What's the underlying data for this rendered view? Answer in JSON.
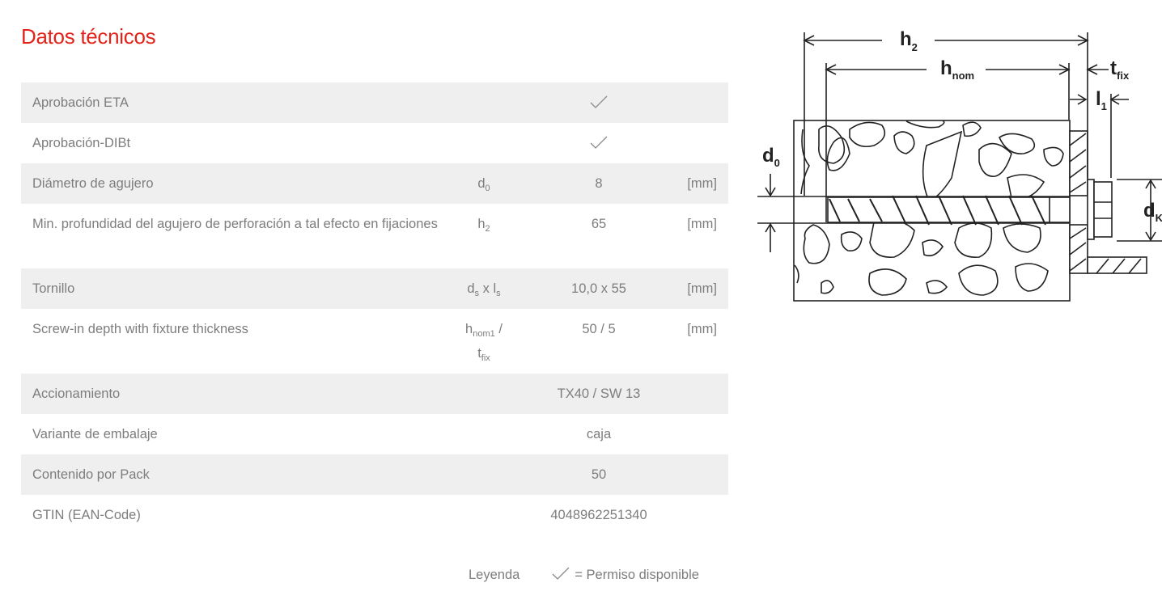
{
  "page": {
    "title": "Datos técnicos",
    "accent_color": "#e2231a"
  },
  "table": {
    "rows": [
      {
        "label": "Aprobación ETA",
        "symbol": "",
        "value_icon": "checkmark-icon",
        "value": "",
        "unit": "",
        "shaded": true
      },
      {
        "label": "Aprobación-DIBt",
        "symbol": "",
        "value_icon": "checkmark-icon",
        "value": "",
        "unit": "",
        "shaded": false
      },
      {
        "label": "Diámetro de agujero",
        "symbol": "d",
        "symbol_sub": "0",
        "value": "8",
        "unit": "[mm]",
        "shaded": true
      },
      {
        "label": "Min. profundidad del agujero de perforación a tal efecto en fijaciones",
        "symbol": "h",
        "symbol_sub": "2",
        "value": "65",
        "unit": "[mm]",
        "shaded": false
      },
      {
        "label": "Tornillo",
        "symbol_parts": [
          "d",
          "s",
          " x l",
          "s"
        ],
        "value": "10,0 x 55",
        "unit": "[mm]",
        "shaded": true
      },
      {
        "label": "Screw-in depth with fixture thickness",
        "symbol_parts": [
          "h",
          "nom1",
          " /",
          "t",
          "fix"
        ],
        "value": "50 / 5",
        "unit": "[mm]",
        "shaded": false
      },
      {
        "label": "Accionamiento",
        "symbol": "",
        "value": "TX40 / SW 13",
        "unit": "",
        "shaded": true
      },
      {
        "label": "Variante de embalaje",
        "symbol": "",
        "value": "caja",
        "unit": "",
        "shaded": false
      },
      {
        "label": "Contenido por Pack",
        "symbol": "",
        "value": "50",
        "unit": "",
        "shaded": true
      },
      {
        "label": "GTIN (EAN-Code)",
        "symbol": "",
        "value": "4048962251340",
        "unit": "",
        "shaded": false
      }
    ]
  },
  "legend": {
    "label": "Leyenda",
    "icon": "checkmark-icon",
    "text": "=  Permiso disponible"
  },
  "diagram": {
    "labels": {
      "h2": "h",
      "h2_sub": "2",
      "hnom": "h",
      "hnom_sub": "nom",
      "tfix": "t",
      "tfix_sub": "fix",
      "l1": "l",
      "l1_sub": "1",
      "d0": "d",
      "d0_sub": "0",
      "dk": "d",
      "dk_sub": "K"
    }
  }
}
